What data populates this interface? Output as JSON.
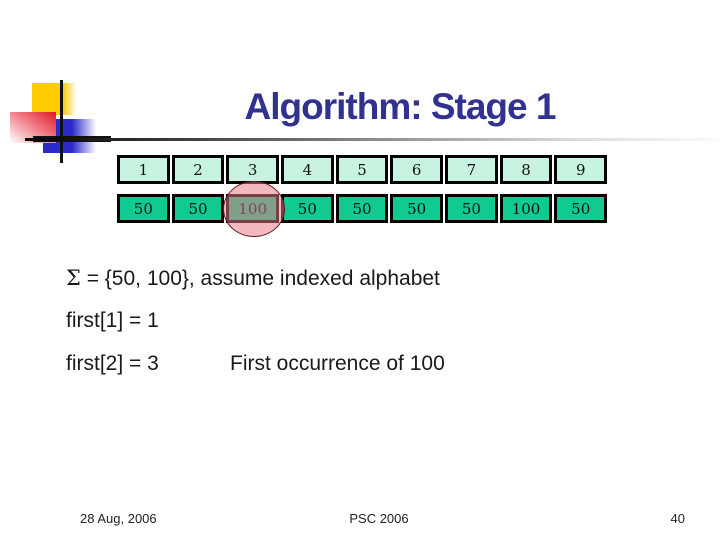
{
  "slide": {
    "title": "Algorithm: Stage 1",
    "title_color": "#31318f",
    "table": {
      "headers": [
        "1",
        "2",
        "3",
        "4",
        "5",
        "6",
        "7",
        "8",
        "9"
      ],
      "values": [
        "50",
        "50",
        "100",
        "50",
        "50",
        "50",
        "50",
        "100",
        "50"
      ],
      "highlighted_cell_index": "3",
      "header_bg": "#c9f3e1",
      "value_bg": "#10ca92",
      "highlight_color": "rgba(233,120,133,0.52)"
    },
    "body": {
      "sigma_symbol": "Σ",
      "sigma_rest": " = {50, 100}, assume indexed alphabet",
      "first1": "first[1] = 1",
      "first2": "first[2] = 3",
      "note": "First occurrence of 100"
    },
    "footer": {
      "date": "28 Aug, 2006",
      "center": "PSC 2006",
      "page": "40"
    }
  }
}
